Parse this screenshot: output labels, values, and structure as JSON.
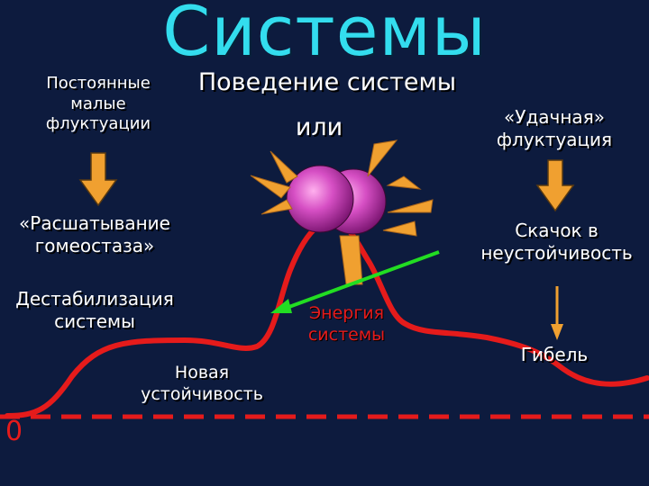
{
  "slide": {
    "title": "Системы",
    "subtitle": "Поведение системы",
    "or_label": "или",
    "left_top": "Постоянные\nмалые\nфлуктуации",
    "left_mid": "«Расшатывание\nгомеостаза»",
    "left_bottom": "Дестабилизация\nсистемы",
    "new_stability": "Новая\nустойчивость",
    "energy": "Энергия\nсистемы",
    "right_top": "«Удачная»\nфлуктуация",
    "right_mid": "Скачок в\nнеустойчивость",
    "death": "Гибель",
    "zero_label": "0"
  },
  "colors": {
    "background": "#0d1b3e",
    "title": "#33ddee",
    "curve": "#e51b1b",
    "dashed_line": "#e51b1b",
    "arrows": "#f0a030",
    "green_arrow": "#22dd22",
    "ball": "#d64fc4"
  },
  "icons": [
    "down-arrow-icon",
    "push-arrow-icon",
    "sphere-icon"
  ]
}
